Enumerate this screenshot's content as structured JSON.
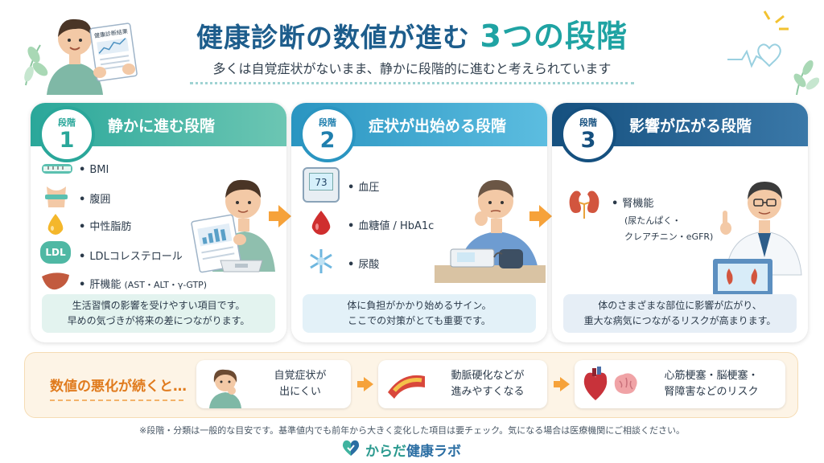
{
  "header": {
    "title_main": "健康診断の数値が進む",
    "title_accent": "3つの段階",
    "subtitle": "多くは自覚症状がないまま、静かに段階的に進むと考えられています",
    "illustration_paper_text": "健康診断結果"
  },
  "stages": [
    {
      "badge_label": "段階",
      "badge_number": "1",
      "title": "静かに進む段階",
      "items": [
        "BMI",
        "腹囲",
        "中性脂肪",
        "LDLコレステロール",
        "肝機能"
      ],
      "item_detail": "(AST・ALT・γ-GTP)",
      "ldl_icon_text": "LDL",
      "note_line1": "生活習慣の影響を受けやすい項目です。",
      "note_line2": "早めの気づきが将来の差につながります。"
    },
    {
      "badge_label": "段階",
      "badge_number": "2",
      "title": "症状が出始める段階",
      "items": [
        "血圧",
        "血糖値 / HbA1c",
        "尿酸"
      ],
      "bp_display": "73",
      "note_line1": "体に負担がかかり始めるサイン。",
      "note_line2": "ここでの対策がとても重要です。"
    },
    {
      "badge_label": "段階",
      "badge_number": "3",
      "title": "影響が広がる段階",
      "items": [
        "腎機能"
      ],
      "item_detail_1": "(尿たんぱく・",
      "item_detail_2": "クレアチニン・eGFR)",
      "note_line1": "体のさまざまな部位に影響が広がり、",
      "note_line2": "重大な病気につながるリスクが高まります。"
    }
  ],
  "bottom": {
    "label": "数値の悪化が続くと…",
    "steps": [
      {
        "line1": "自覚症状が",
        "line2": "出にくい"
      },
      {
        "line1": "動脈硬化などが",
        "line2": "進みやすくなる"
      },
      {
        "line1": "心筋梗塞・脳梗塞・",
        "line2": "腎障害などのリスク"
      }
    ]
  },
  "footnote": "※段階・分類は一般的な目安です。基準値内でも前年から大きく変化した項目は要チェック。気になる場合は医療機関にご相談ください。",
  "logo": {
    "part1": "からだ",
    "part2": "健康ラボ"
  },
  "colors": {
    "stage1": "#2aa79a",
    "stage2": "#2a95c1",
    "stage3": "#15507f",
    "accent": "#f6a23a"
  }
}
